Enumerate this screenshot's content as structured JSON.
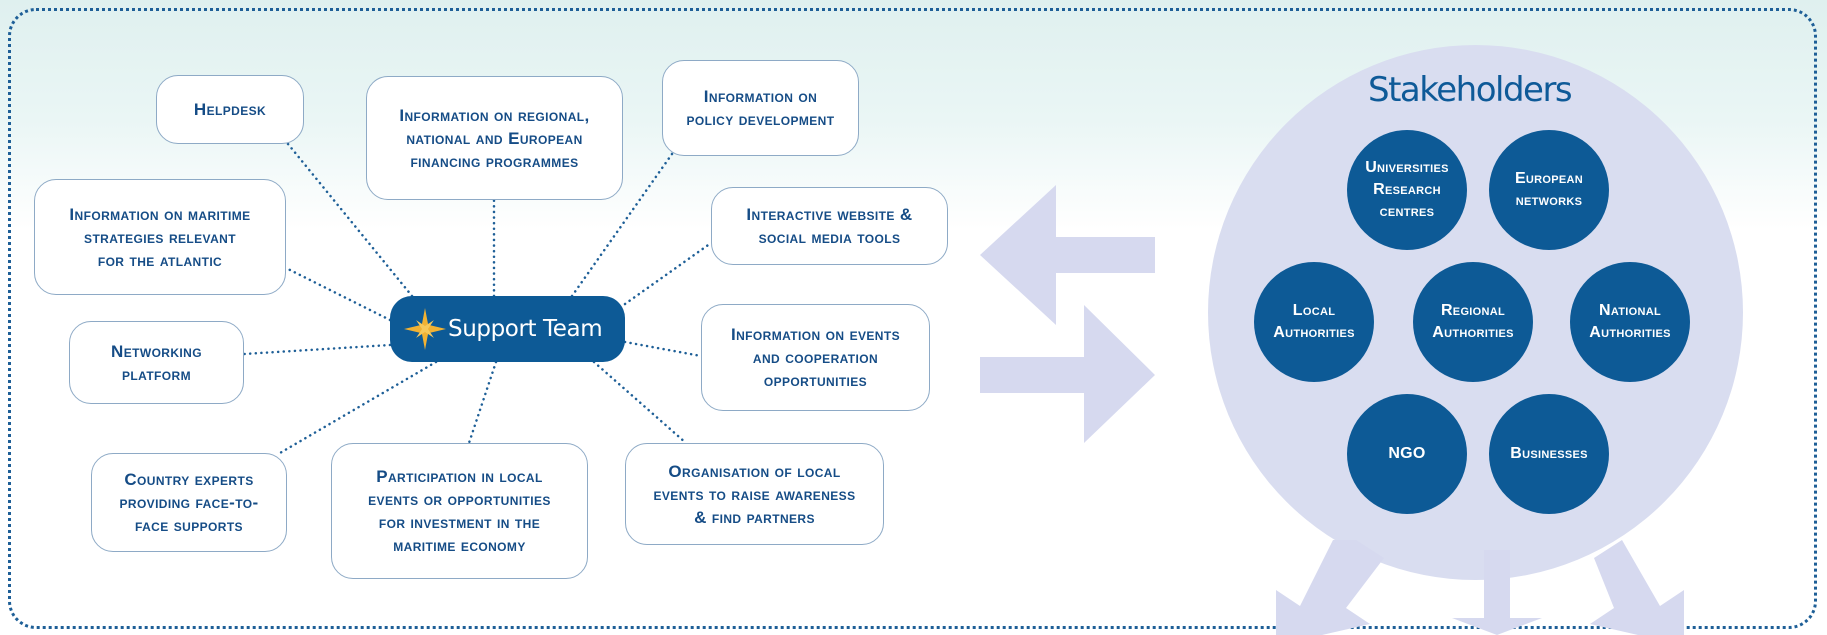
{
  "hub": {
    "label": "Support Team",
    "icon": "compass-star-icon",
    "color": "#0d5a96",
    "star_color": "#f2b233"
  },
  "services": [
    {
      "id": "helpdesk",
      "lines": [
        "Helpdesk"
      ]
    },
    {
      "id": "financing",
      "lines": [
        "Information on regional,",
        "national and European",
        "financing programmes"
      ]
    },
    {
      "id": "policy",
      "lines": [
        "Information on",
        "policy development"
      ]
    },
    {
      "id": "maritime-strategies",
      "lines": [
        "Information on maritime",
        "strategies relevant",
        "for the atlantic"
      ]
    },
    {
      "id": "website",
      "lines": [
        "Interactive website &",
        "social media tools"
      ]
    },
    {
      "id": "networking",
      "lines": [
        "Networking",
        "platform"
      ]
    },
    {
      "id": "events",
      "lines": [
        "Information on events",
        "and cooperation",
        "opportunities"
      ]
    },
    {
      "id": "country-experts",
      "lines": [
        "Country experts",
        "providing face-to-",
        "face supports"
      ]
    },
    {
      "id": "participation",
      "lines": [
        "Participation in local",
        "events or opportunities",
        "for investment in the",
        "maritime economy"
      ]
    },
    {
      "id": "local-events",
      "lines": [
        "Organisation of local",
        "events to raise awareness",
        "& find partners"
      ]
    }
  ],
  "stakeholders": {
    "title": "Stakeholders",
    "groups": [
      {
        "id": "universities",
        "lines": [
          "Universities",
          "Research",
          "centres"
        ]
      },
      {
        "id": "european-networks",
        "lines": [
          "European",
          "networks"
        ]
      },
      {
        "id": "local-authorities",
        "lines": [
          "Local",
          "Authorities"
        ]
      },
      {
        "id": "regional-authorities",
        "lines": [
          "Regional",
          "Authorities"
        ]
      },
      {
        "id": "national-authorities",
        "lines": [
          "National",
          "Authorities"
        ]
      },
      {
        "id": "ngo",
        "lines": [
          "NGO"
        ]
      },
      {
        "id": "businesses",
        "lines": [
          "Businesses"
        ]
      }
    ]
  },
  "colors": {
    "primary": "#0d5a96",
    "text": "#154c86",
    "box_border": "#8eaac6",
    "connector": "#1e5f97",
    "arrow": "#d6d9ef",
    "stakeholder_circle": "#d9ddf0",
    "frame": "#1e5f97"
  },
  "icons": {
    "exchange_arrows": "bidirectional-arrows-icon",
    "outflow_arrows": "downward-arrows-icon"
  }
}
